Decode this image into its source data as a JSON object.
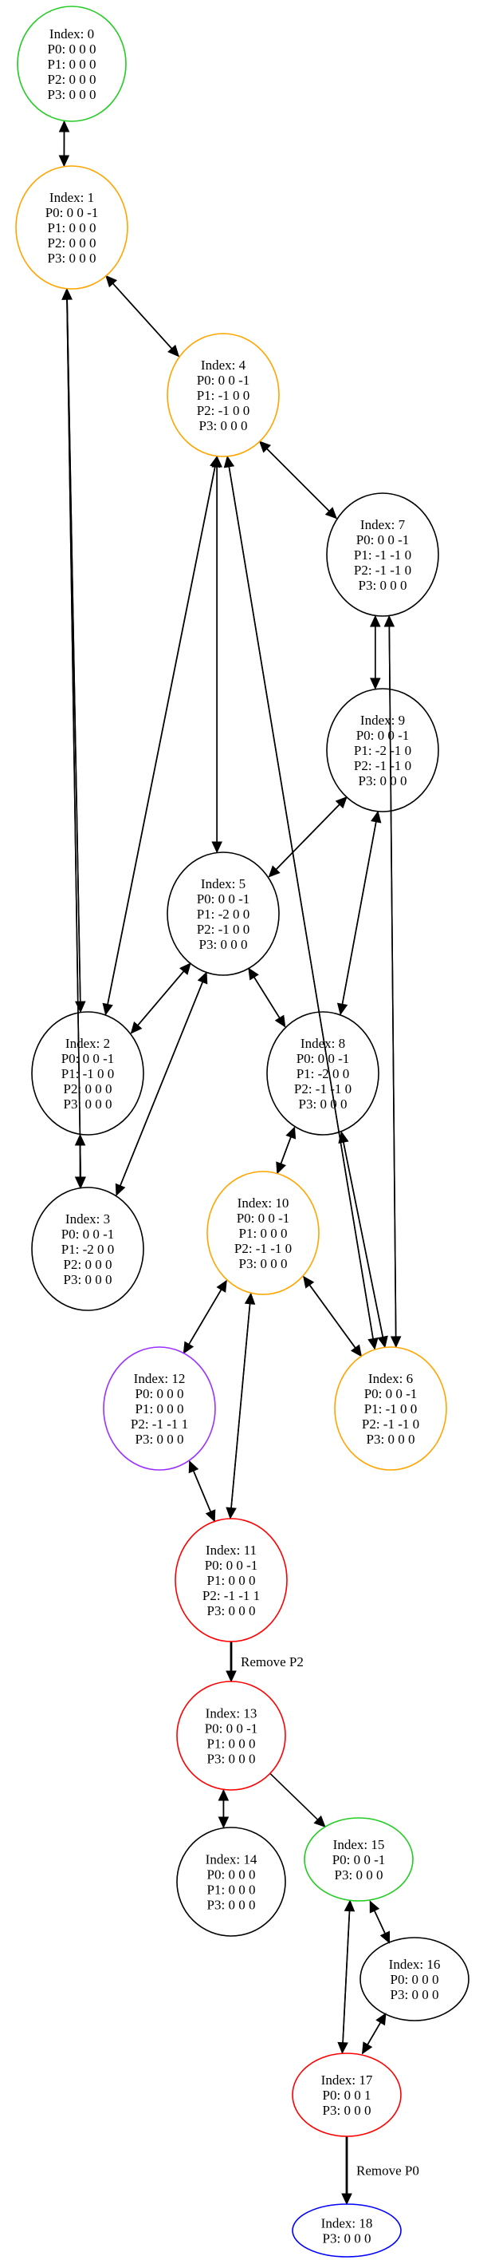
{
  "colors": {
    "green": "#22cc22",
    "orange": "#ffa500",
    "purple": "#9b30ff",
    "red": "#ff0000",
    "blue": "#0000ff",
    "black": "#000000"
  },
  "nodes": [
    {
      "id": 0,
      "color": "green",
      "lines": [
        "Index: 0",
        "P0: 0 0 0",
        "P1: 0 0 0",
        "P2: 0 0 0",
        "P3: 0 0 0"
      ]
    },
    {
      "id": 1,
      "color": "orange",
      "lines": [
        "Index: 1",
        "P0: 0 0 -1",
        "P1: 0 0 0",
        "P2: 0 0 0",
        "P3: 0 0 0"
      ]
    },
    {
      "id": 4,
      "color": "orange",
      "lines": [
        "Index: 4",
        "P0: 0 0 -1",
        "P1: -1 0 0",
        "P2: -1 0 0",
        "P3: 0 0 0"
      ]
    },
    {
      "id": 7,
      "color": "black",
      "lines": [
        "Index: 7",
        "P0: 0 0 -1",
        "P1: -1 -1 0",
        "P2: -1 -1 0",
        "P3: 0 0 0"
      ]
    },
    {
      "id": 9,
      "color": "black",
      "lines": [
        "Index: 9",
        "P0: 0 0 -1",
        "P1: -2 -1 0",
        "P2: -1 -1 0",
        "P3: 0 0 0"
      ]
    },
    {
      "id": 5,
      "color": "black",
      "lines": [
        "Index: 5",
        "P0: 0 0 -1",
        "P1: -2 0 0",
        "P2: -1 0 0",
        "P3: 0 0 0"
      ]
    },
    {
      "id": 2,
      "color": "black",
      "lines": [
        "Index: 2",
        "P0: 0 0 -1",
        "P1: -1 0 0",
        "P2: 0 0 0",
        "P3: 0 0 0"
      ]
    },
    {
      "id": 8,
      "color": "black",
      "lines": [
        "Index: 8",
        "P0: 0 0 -1",
        "P1: -2 0 0",
        "P2: -1 -1 0",
        "P3: 0 0 0"
      ]
    },
    {
      "id": 3,
      "color": "black",
      "lines": [
        "Index: 3",
        "P0: 0 0 -1",
        "P1: -2 0 0",
        "P2: 0 0 0",
        "P3: 0 0 0"
      ]
    },
    {
      "id": 10,
      "color": "orange",
      "lines": [
        "Index: 10",
        "P0: 0 0 -1",
        "P1: 0 0 0",
        "P2: -1 -1 0",
        "P3: 0 0 0"
      ]
    },
    {
      "id": 12,
      "color": "purple",
      "lines": [
        "Index: 12",
        "P0: 0 0 0",
        "P1: 0 0 0",
        "P2: -1 -1 1",
        "P3: 0 0 0"
      ]
    },
    {
      "id": 6,
      "color": "orange",
      "lines": [
        "Index: 6",
        "P0: 0 0 -1",
        "P1: -1 0 0",
        "P2: -1 -1 0",
        "P3: 0 0 0"
      ]
    },
    {
      "id": 11,
      "color": "red",
      "lines": [
        "Index: 11",
        "P0: 0 0 -1",
        "P1: 0 0 0",
        "P2: -1 -1 1",
        "P3: 0 0 0"
      ]
    },
    {
      "id": 13,
      "color": "red",
      "lines": [
        "Index: 13",
        "P0: 0 0 -1",
        "P1: 0 0 0",
        "P3: 0 0 0"
      ]
    },
    {
      "id": 14,
      "color": "black",
      "lines": [
        "Index: 14",
        "P0: 0 0 0",
        "P1: 0 0 0",
        "P3: 0 0 0"
      ]
    },
    {
      "id": 15,
      "color": "green",
      "lines": [
        "Index: 15",
        "P0: 0 0 -1",
        "P3: 0 0 0"
      ]
    },
    {
      "id": 16,
      "color": "black",
      "lines": [
        "Index: 16",
        "P0: 0 0 0",
        "P3: 0 0 0"
      ]
    },
    {
      "id": 17,
      "color": "red",
      "lines": [
        "Index: 17",
        "P0: 0 0 1",
        "P3: 0 0 0"
      ]
    },
    {
      "id": 18,
      "color": "blue",
      "lines": [
        "Index: 18",
        "P3: 0 0 0"
      ]
    }
  ],
  "edges": [
    {
      "from": 0,
      "to": 1
    },
    {
      "from": 1,
      "to": 0
    },
    {
      "from": 1,
      "to": 4
    },
    {
      "from": 4,
      "to": 1
    },
    {
      "from": 1,
      "to": 2
    },
    {
      "from": 2,
      "to": 1
    },
    {
      "from": 1,
      "to": 3
    },
    {
      "from": 3,
      "to": 1
    },
    {
      "from": 4,
      "to": 7
    },
    {
      "from": 7,
      "to": 4
    },
    {
      "from": 4,
      "to": 5
    },
    {
      "from": 5,
      "to": 4
    },
    {
      "from": 4,
      "to": 2
    },
    {
      "from": 2,
      "to": 4
    },
    {
      "from": 4,
      "to": 6
    },
    {
      "from": 6,
      "to": 4
    },
    {
      "from": 7,
      "to": 9
    },
    {
      "from": 9,
      "to": 7
    },
    {
      "from": 7,
      "to": 6
    },
    {
      "from": 6,
      "to": 7
    },
    {
      "from": 9,
      "to": 5
    },
    {
      "from": 5,
      "to": 9
    },
    {
      "from": 9,
      "to": 8
    },
    {
      "from": 8,
      "to": 9
    },
    {
      "from": 5,
      "to": 2
    },
    {
      "from": 2,
      "to": 5
    },
    {
      "from": 5,
      "to": 8
    },
    {
      "from": 8,
      "to": 5
    },
    {
      "from": 5,
      "to": 3
    },
    {
      "from": 3,
      "to": 5
    },
    {
      "from": 2,
      "to": 3
    },
    {
      "from": 3,
      "to": 2
    },
    {
      "from": 8,
      "to": 10
    },
    {
      "from": 10,
      "to": 8
    },
    {
      "from": 8,
      "to": 6
    },
    {
      "from": 6,
      "to": 8
    },
    {
      "from": 10,
      "to": 12
    },
    {
      "from": 12,
      "to": 10
    },
    {
      "from": 10,
      "to": 6
    },
    {
      "from": 6,
      "to": 10
    },
    {
      "from": 10,
      "to": 11
    },
    {
      "from": 11,
      "to": 10
    },
    {
      "from": 12,
      "to": 11
    },
    {
      "from": 11,
      "to": 12
    },
    {
      "from": 11,
      "to": 13,
      "label": "Remove P2",
      "thick": true
    },
    {
      "from": 13,
      "to": 14
    },
    {
      "from": 14,
      "to": 13
    },
    {
      "from": 13,
      "to": 15
    },
    {
      "from": 15,
      "to": 16
    },
    {
      "from": 16,
      "to": 15
    },
    {
      "from": 15,
      "to": 17
    },
    {
      "from": 17,
      "to": 15
    },
    {
      "from": 16,
      "to": 17
    },
    {
      "from": 17,
      "to": 16
    },
    {
      "from": 17,
      "to": 18,
      "label": "Remove P0",
      "thick": true
    }
  ]
}
